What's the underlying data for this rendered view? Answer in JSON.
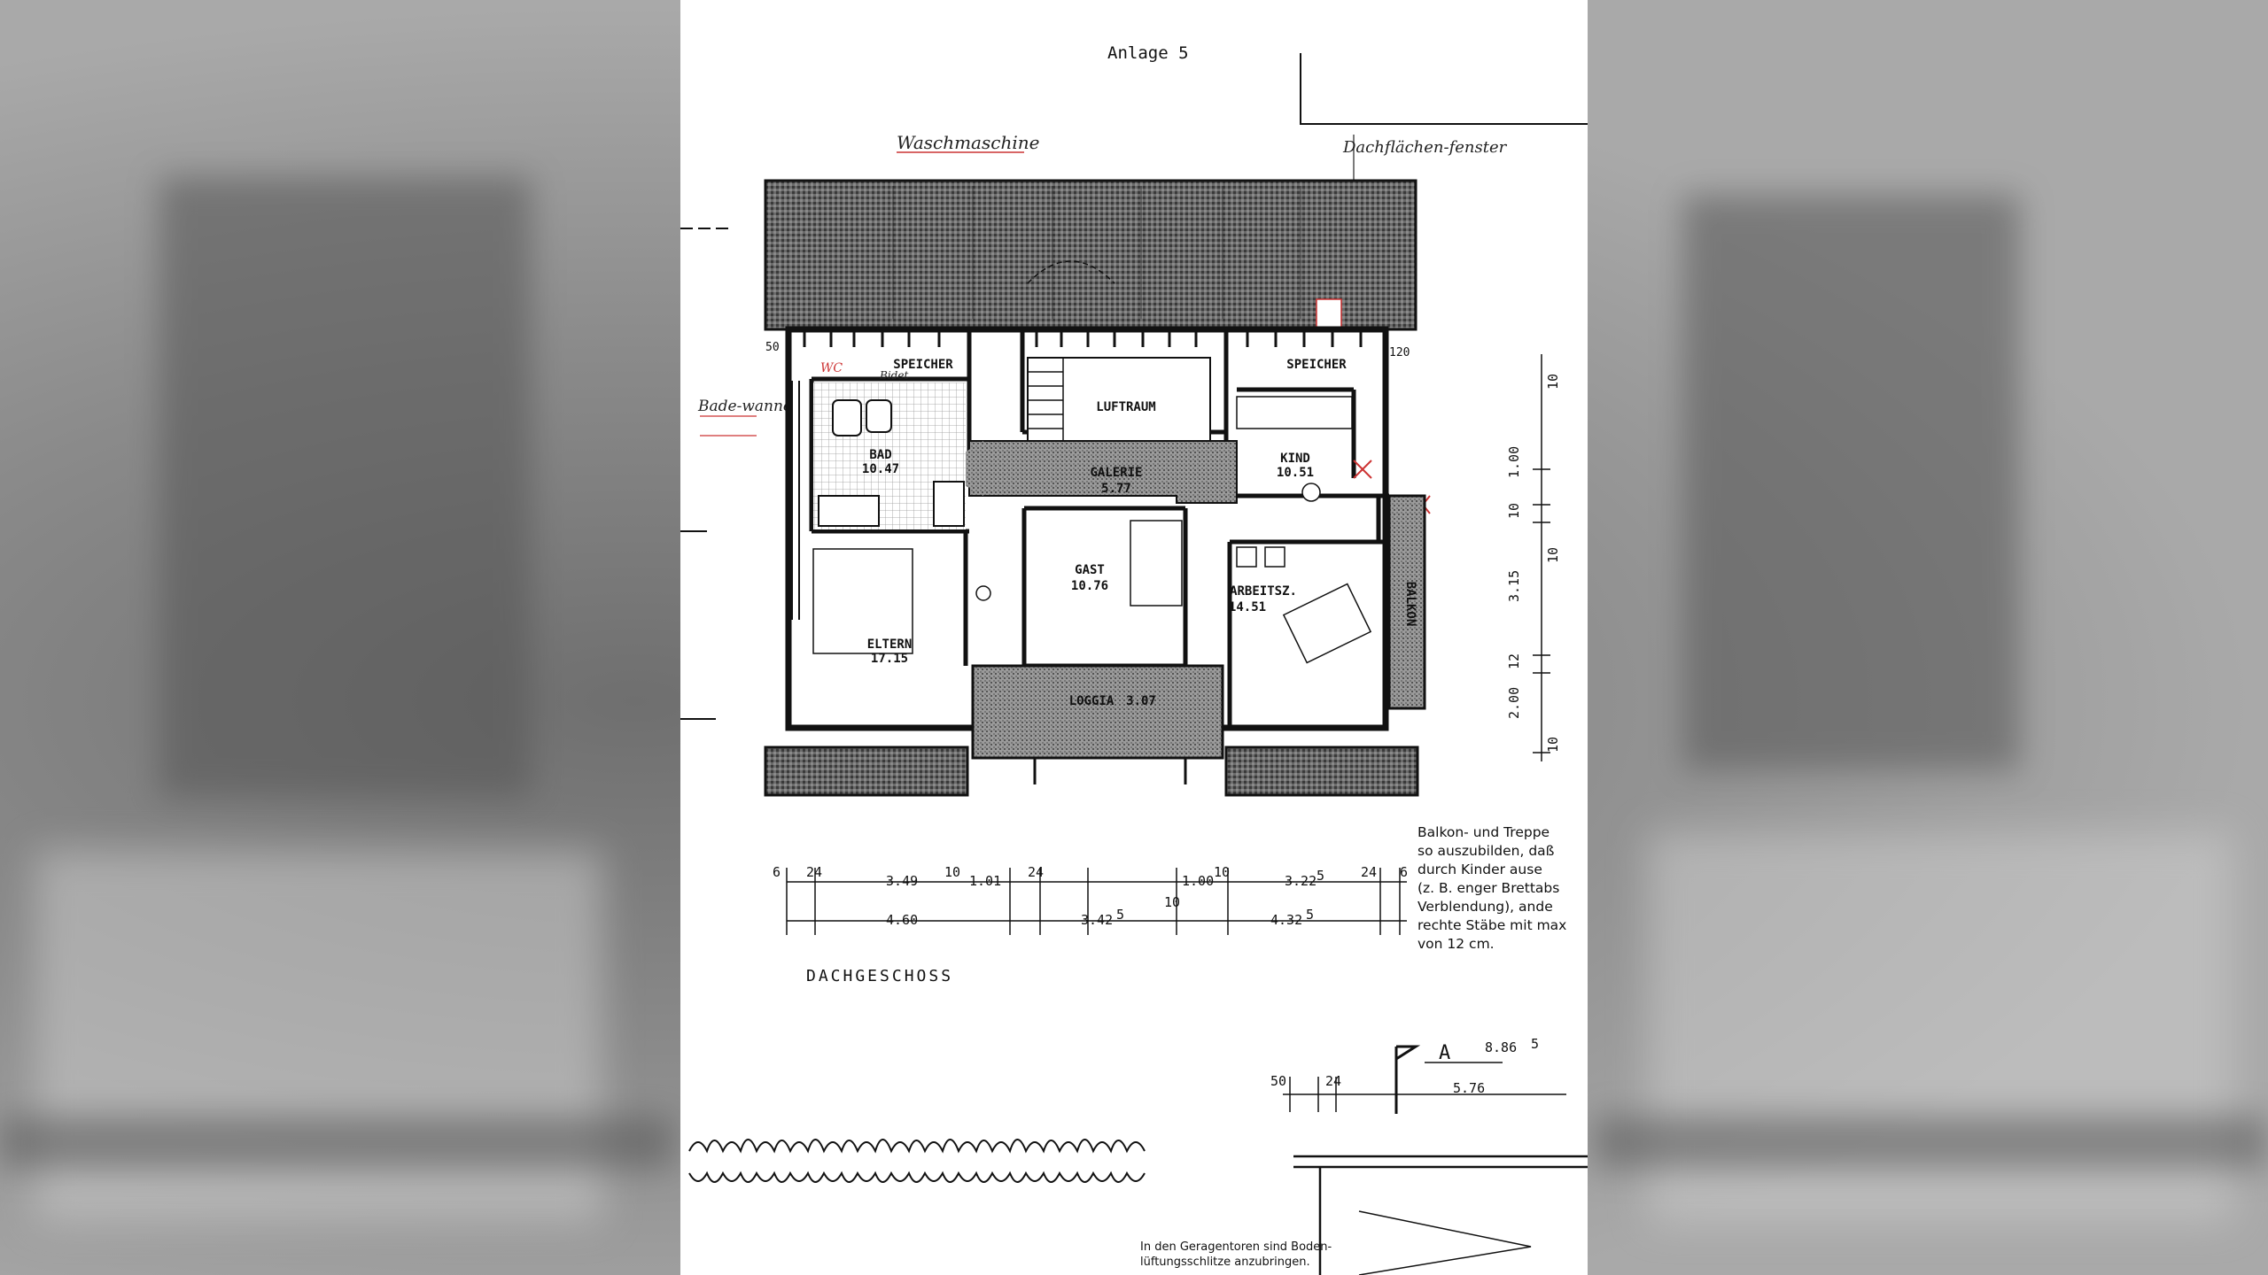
{
  "header": {
    "title": "Anlage 5"
  },
  "handwritten": {
    "waschmaschine": "Waschmaschine",
    "dachflaechenfenster": "Dachflächen-fenster",
    "badewanne": "Bade-wanne",
    "wc": "WC",
    "bidet": "Bidet"
  },
  "rooms": {
    "speicher_left": {
      "name": "SPEICHER"
    },
    "speicher_right": {
      "name": "SPEICHER"
    },
    "luftraum": {
      "name": "LUFTRAUM"
    },
    "bad": {
      "name": "BAD",
      "area": "10.47"
    },
    "galerie": {
      "name": "GALERIE",
      "area": "5.77"
    },
    "kind": {
      "name": "KIND",
      "area": "10.51"
    },
    "gast": {
      "name": "GAST",
      "area": "10.76"
    },
    "arbeitsz": {
      "name": "ARBEITSZ.",
      "area": "14.51"
    },
    "eltern": {
      "name": "ELTERN",
      "area": "17.15"
    },
    "loggia": {
      "name": "LOGGIA",
      "area": "3.07"
    },
    "balkon": {
      "name": "BALKON"
    }
  },
  "dimensions": {
    "top_left": "50",
    "top_right": "120",
    "row1": [
      "6",
      "24",
      "3.49",
      "10",
      "1.01",
      "24",
      "1.00",
      "10",
      "3.22",
      "5",
      "24",
      "6"
    ],
    "row2": [
      "4.60",
      "3.42",
      "5",
      "10",
      "4.32",
      "5"
    ],
    "right": [
      "1.00",
      "10",
      "3.15",
      "12",
      "2.00",
      "10",
      "10",
      "10"
    ],
    "bottom": {
      "a": "50",
      "b": "24",
      "c": "5.76",
      "d": "8.86",
      "e": "5"
    }
  },
  "section_marker": "A",
  "floor_label": "DACHGESCHOSS",
  "note_lines": [
    "Balkon- und Treppe",
    "so auszubilden, daß",
    "durch Kinder ause",
    "(z. B. enger Brettabs",
    "Verblendung), ande",
    "rechte Stäbe mit max",
    "von 12 cm."
  ],
  "bottom_note_lines": [
    "In den Geragentoren sind Boden-",
    "lüftungsschlitze anzubringen."
  ]
}
